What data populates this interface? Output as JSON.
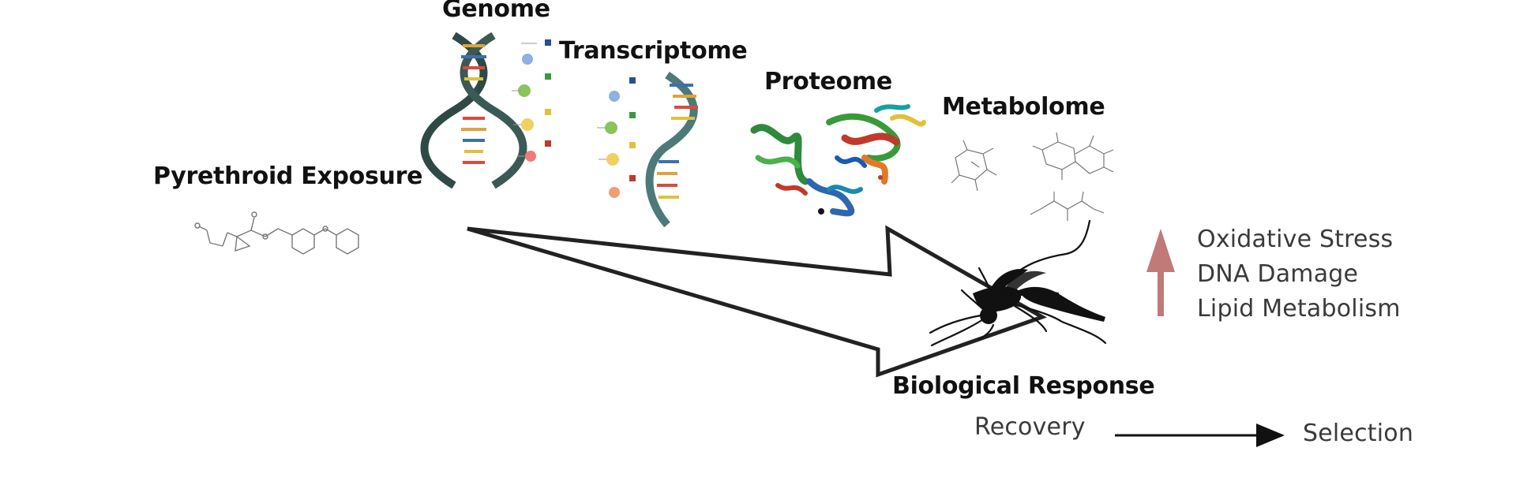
{
  "labels": {
    "genome": "Genome",
    "transcriptome": "Transcriptome",
    "proteome": "Proteome",
    "metabolome": "Metabolome",
    "exposure": "Pyrethroid Exposure",
    "response": "Biological Response",
    "recovery": "Recovery",
    "selection": "Selection"
  },
  "effects": {
    "items": [
      "Oxidative Stress",
      "DNA Damage",
      "Lipid Metabolism"
    ],
    "arrow_color": "#c07a78"
  },
  "icons": {
    "dna_genome": "dna-helix-icon",
    "dna_transcriptome": "dna-helix-icon",
    "proteins": "protein-ribbon-icon",
    "metabolites": "metabolite-structure-icon",
    "pyrethroid": "pyrethroid-molecule-icon",
    "mosquito": "mosquito-silhouette-icon"
  }
}
